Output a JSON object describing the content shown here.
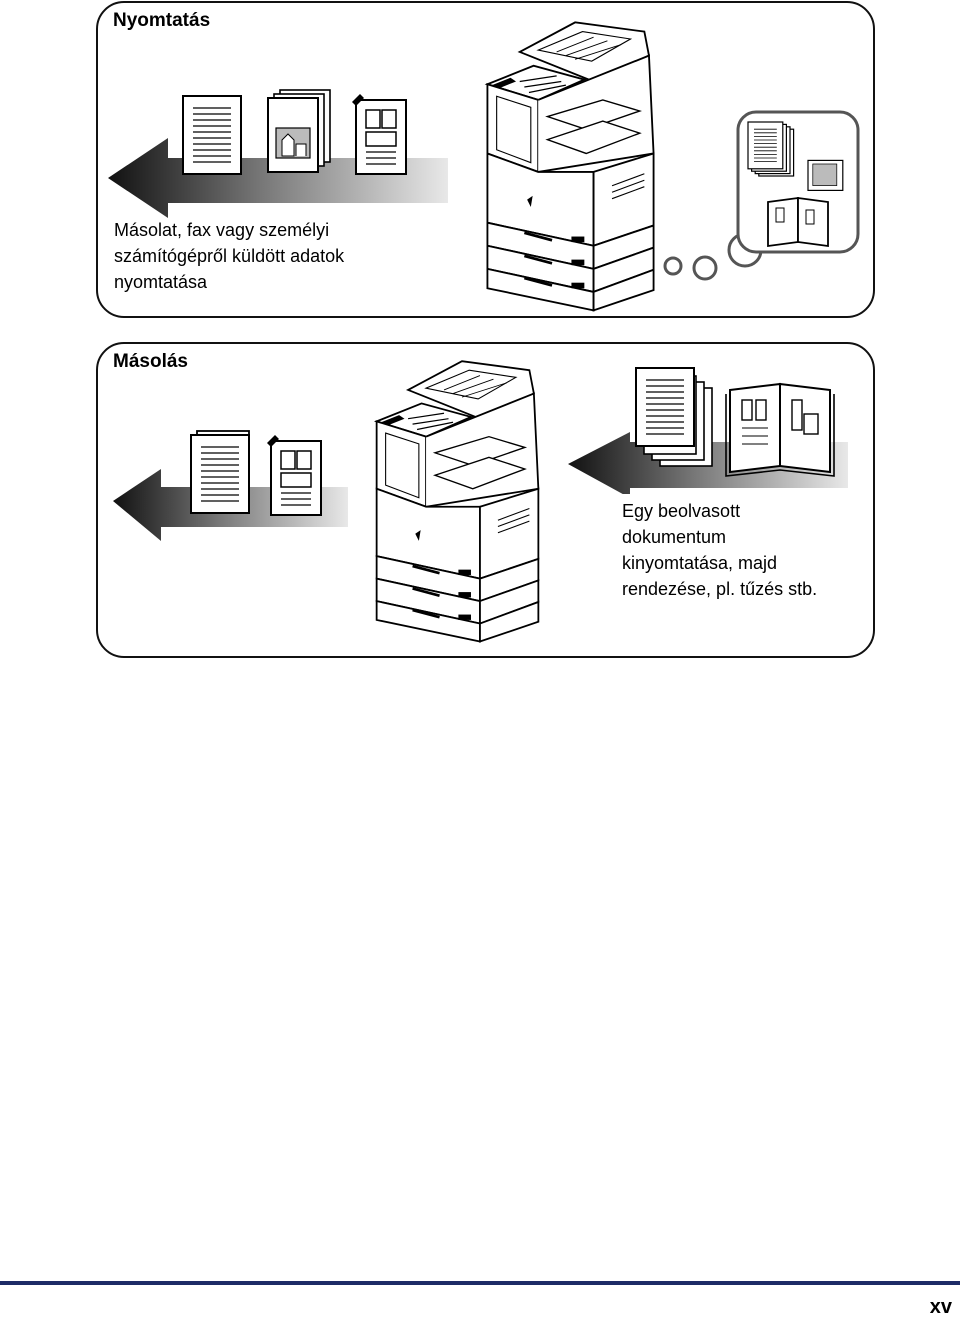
{
  "sections": {
    "print": {
      "title": "Nyomtatás",
      "description": [
        "Másolat, fax vagy személyi",
        "számítógépről küldött adatok",
        "nyomtatása"
      ]
    },
    "copy": {
      "title": "Másolás",
      "description": [
        "Egy beolvasott",
        "dokumentum",
        "kinyomtatása, majd",
        "rendezése, pl. tűzés stb."
      ]
    }
  },
  "footer": {
    "page_number": "xv",
    "rule_color": "#1d2b67"
  }
}
